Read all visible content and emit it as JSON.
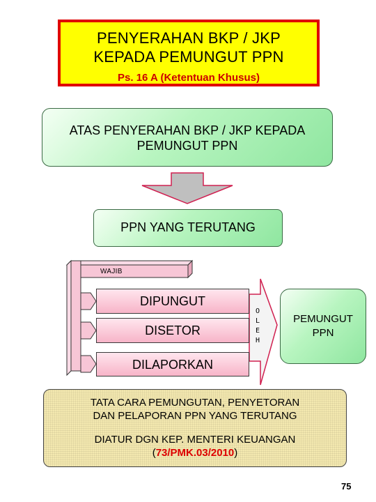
{
  "title": {
    "line1": "PENYERAHAN BKP / JKP",
    "line2": "KEPADA PEMUNGUT PPN",
    "subtitle": "Ps. 16 A  (Ketentuan Khusus)"
  },
  "top_box": {
    "line1": "ATAS PENYERAHAN BKP / JKP KEPADA",
    "line2": "PEMUNGUT PPN"
  },
  "ppn_box": {
    "label": "PPN YANG TERUTANG"
  },
  "wajib": {
    "label": "WAJIB"
  },
  "duties": {
    "dipungut": "DIPUNGUT",
    "disetor": "DISETOR",
    "dilaporkan": "DILAPORKAN"
  },
  "oleh": {
    "letters": [
      "O",
      "L",
      "E",
      "H"
    ]
  },
  "pemungut_box": {
    "line1": "PEMUNGUT",
    "line2": "PPN"
  },
  "bottom_box": {
    "line1": "TATA CARA PEMUNGUTAN, PENYETORAN",
    "line2": "DAN PELAPORAN PPN YANG TERUTANG",
    "line3": "DIATUR DGN KEP. MENTERI KEUANGAN",
    "ref_open": "(",
    "ref": "73/PMK.03/2010",
    "ref_close": ")"
  },
  "page_number": "75",
  "colors": {
    "title_fill": "#ffff00",
    "title_border": "#e00000",
    "subtitle_text": "#cc0000",
    "green_fill": "#b8f5c0",
    "pink_fill": "#f7b4c8",
    "tan_fill": "#f4e9b0",
    "reference_text": "#dd0000"
  }
}
